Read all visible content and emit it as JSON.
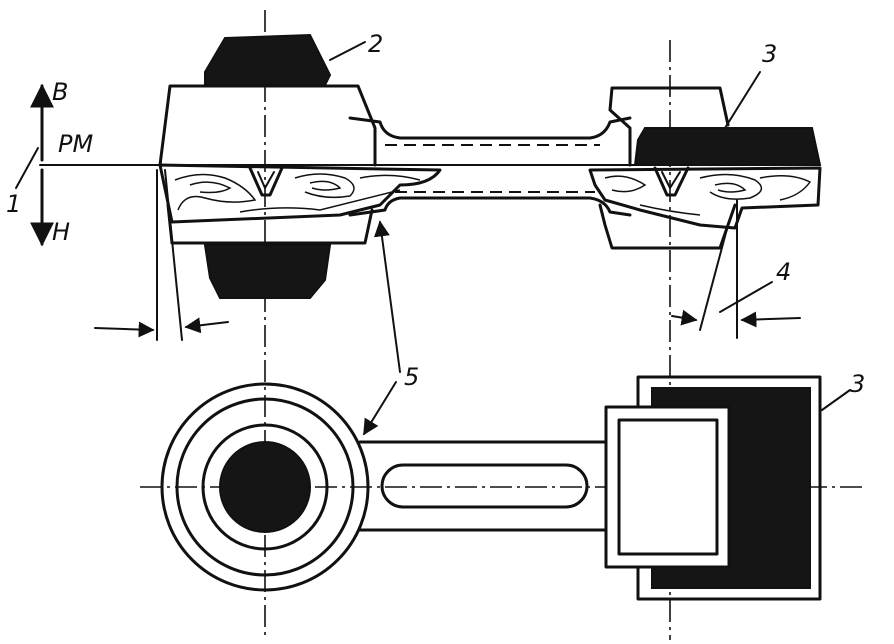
{
  "labels": {
    "b": "B",
    "pm": "PM",
    "one": "1",
    "h": "H",
    "two": "2",
    "three_top": "3",
    "four": "4",
    "five": "5",
    "three_bottom": "3"
  }
}
